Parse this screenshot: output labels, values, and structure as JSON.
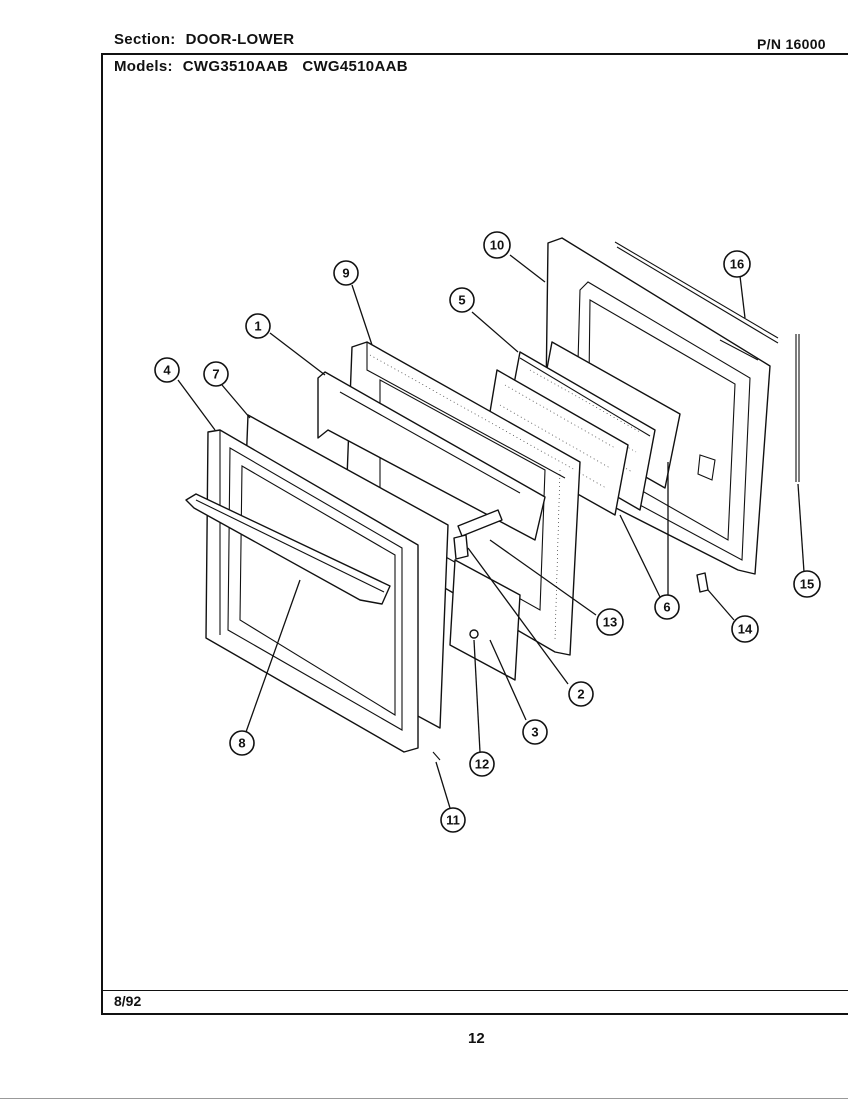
{
  "header": {
    "section_label": "Section:",
    "section_value": "DOOR-LOWER",
    "pn_label": "P/N",
    "pn_value": "16000",
    "models_label": "Models:",
    "models": [
      "CWG3510AAB",
      "CWG4510AAB"
    ]
  },
  "footer": {
    "date": "8/92",
    "page_number": "12"
  },
  "callouts": [
    "1",
    "2",
    "3",
    "4",
    "5",
    "6",
    "7",
    "8",
    "9",
    "10",
    "11",
    "12",
    "13",
    "14",
    "15",
    "16"
  ]
}
